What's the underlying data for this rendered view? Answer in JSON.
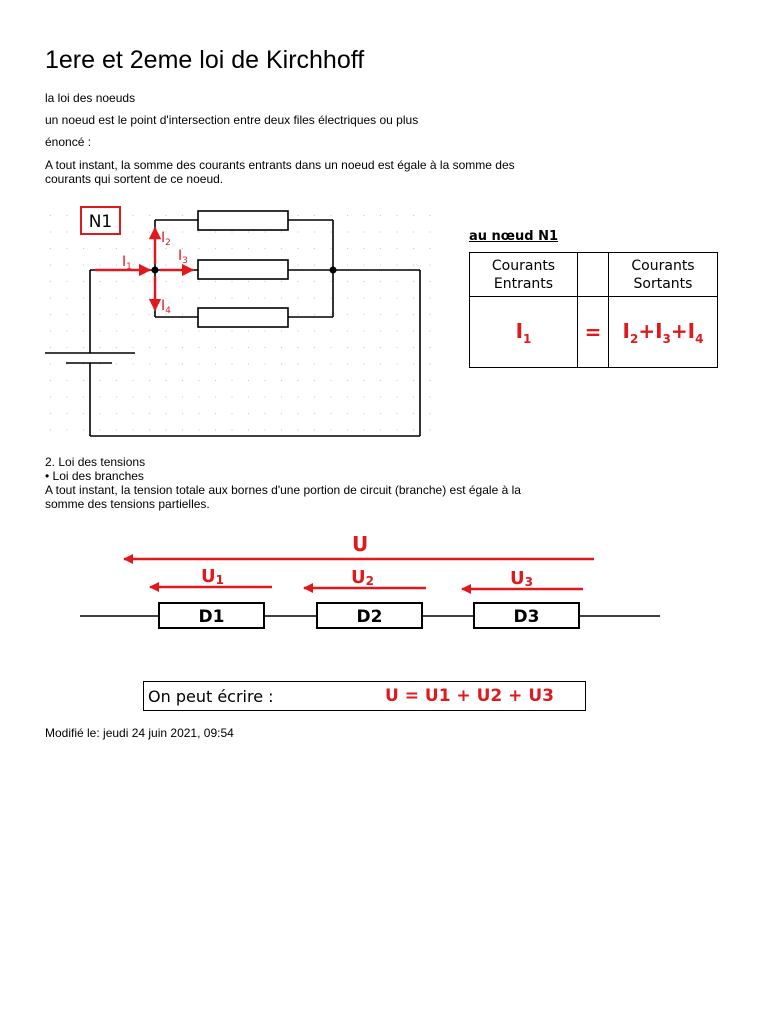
{
  "title": "1ere et 2eme loi de Kirchhoff",
  "section1": {
    "heading": "la loi des noeuds",
    "definition": "un noeud est le point d'intersection entre deux files électriques ou plus",
    "enonce_label": "énoncé :",
    "enonce_line1": "A tout instant, la somme des courants entrants dans un noeud est égale à la somme des",
    "enonce_line2": "courants qui sortent de ce noeud."
  },
  "circuit1": {
    "node_label": "N1",
    "currents": [
      "I",
      "I",
      "I",
      "I"
    ],
    "current_subs": [
      "1",
      "2",
      "3",
      "4"
    ],
    "accent_color": "#e0191e"
  },
  "node_table": {
    "title": "au nœud N1",
    "header_in_1": "Courants",
    "header_in_2": "Entrants",
    "header_out_1": "Courants",
    "header_out_2": "Sortants",
    "in_value": "I",
    "in_sub": "1",
    "equals": "=",
    "out_parts": [
      "I",
      "2",
      "+I",
      "3",
      "+I",
      "4"
    ]
  },
  "section2": {
    "heading": "2. Loi des tensions",
    "bullet": "• Loi des branches",
    "line1": "A tout instant, la tension totale aux bornes d'une portion de circuit (branche) est égale à la",
    "line2": "somme des tensions partielles."
  },
  "circuit2": {
    "total_label": "U",
    "partial_labels": [
      "U",
      "U",
      "U"
    ],
    "partial_subs": [
      "1",
      "2",
      "3"
    ],
    "dipoles": [
      "D1",
      "D2",
      "D3"
    ]
  },
  "equation": {
    "label": "On peut écrire :",
    "formula": "U = U1 + U2 + U3"
  },
  "footer": {
    "modified": "Modifié le: jeudi 24 juin 2021, 09:54"
  }
}
